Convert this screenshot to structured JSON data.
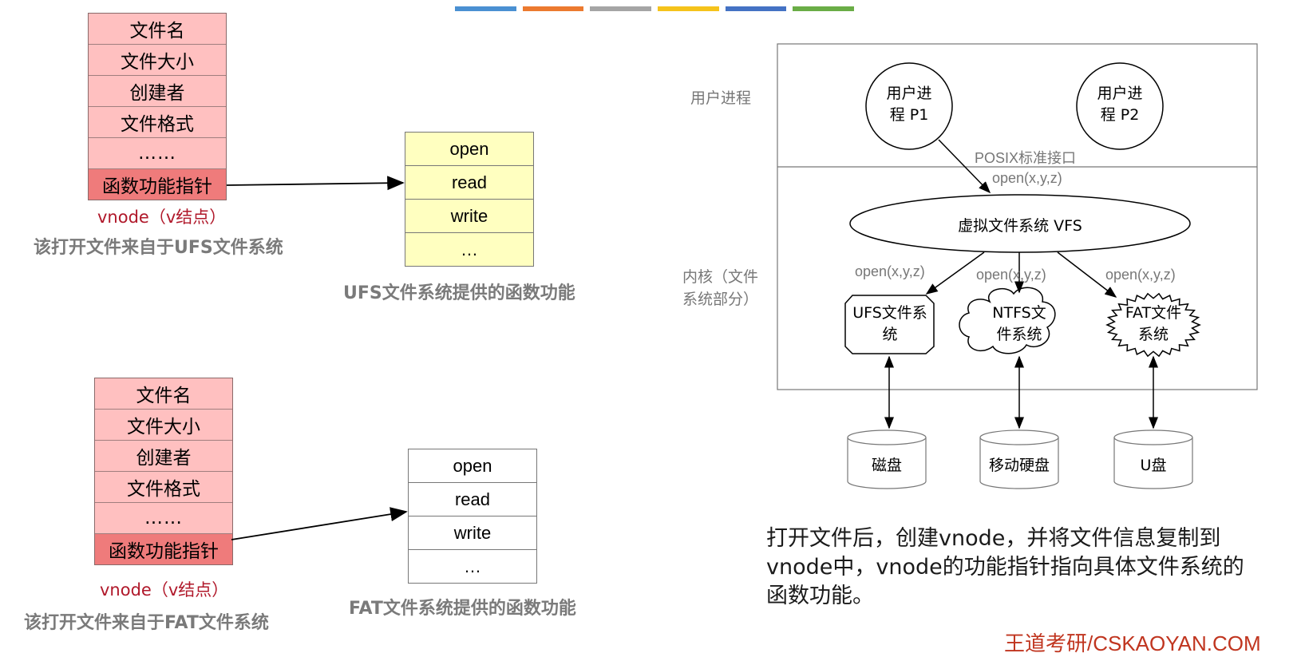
{
  "strip_colors": [
    "#4a90d2",
    "#ec7a2f",
    "#a5a5a5",
    "#f5c31b",
    "#4472c4",
    "#6aad46"
  ],
  "ufs_vnode": {
    "fields": [
      "文件名",
      "文件大小",
      "创建者",
      "文件格式",
      "……",
      "函数功能指针"
    ],
    "caption": "vnode（v结点）",
    "source": "该打开文件来自于UFS文件系统"
  },
  "ufs_funcs": {
    "items": [
      "open",
      "read",
      "write",
      "…"
    ],
    "caption": "UFS文件系统提供的函数功能"
  },
  "fat_vnode": {
    "fields": [
      "文件名",
      "文件大小",
      "创建者",
      "文件格式",
      "……",
      "函数功能指针"
    ],
    "caption": "vnode（v结点）",
    "source": "该打开文件来自于FAT文件系统"
  },
  "fat_funcs": {
    "items": [
      "open",
      "read",
      "write",
      "…"
    ],
    "caption": "FAT文件系统提供的函数功能"
  },
  "arch": {
    "user_label": "用户进程",
    "kernel_label": "内核（文件系统部分）",
    "p1": "用户进程 P1",
    "p2": "用户进程 P2",
    "posix": "POSIX标准接口",
    "call_top": "open(x,y,z)",
    "vfs": "虚拟文件系统 VFS",
    "call_left": "open(x,y,z)",
    "call_mid": "open(x,y,z)",
    "call_right": "open(x,y,z)",
    "ufs": "UFS文件系统",
    "ntfs": "NTFS文件系统",
    "fat": "FAT文件系统",
    "disk": "磁盘",
    "mobile": "移动硬盘",
    "usb": "U盘"
  },
  "description": "打开文件后，创建vnode，并将文件信息复制到vnode中，vnode的功能指针指向具体文件系统的函数功能。",
  "brand": "王道考研/CSKAOYAN.COM"
}
